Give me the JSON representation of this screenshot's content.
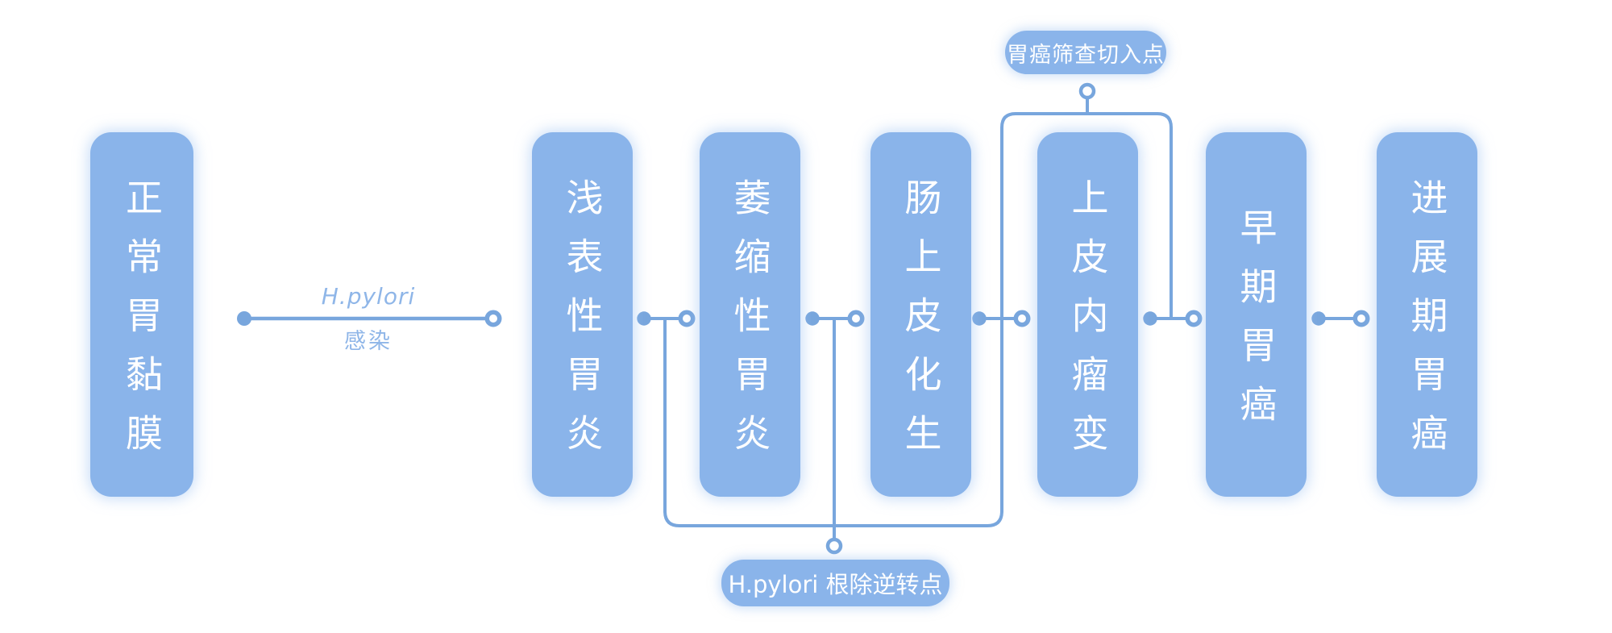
{
  "diagram": {
    "kind": "gastric-cancer-progression-flow",
    "stage_count": 7
  },
  "stages": [
    {
      "label": "正常胃黏膜"
    },
    {
      "label": "浅表性胃炎"
    },
    {
      "label": "萎缩性胃炎"
    },
    {
      "label": "肠上皮化生"
    },
    {
      "label": "上皮内瘤变"
    },
    {
      "label": "早期胃癌"
    },
    {
      "label": "进展期胃癌"
    }
  ],
  "edge_annotation": {
    "top_label": "H.pylori",
    "bottom_label": "感染"
  },
  "callouts": {
    "screening_entry": "胃癌筛查切入点",
    "eradication_reversal": "H.pylori 根除逆转点"
  },
  "colors": {
    "node_fill": "#8ab4ea",
    "node_text": "#ffffff",
    "connector_stroke": "#78a6dd",
    "edge_label_text": "#8fb6e8",
    "background": "#ffffff"
  }
}
